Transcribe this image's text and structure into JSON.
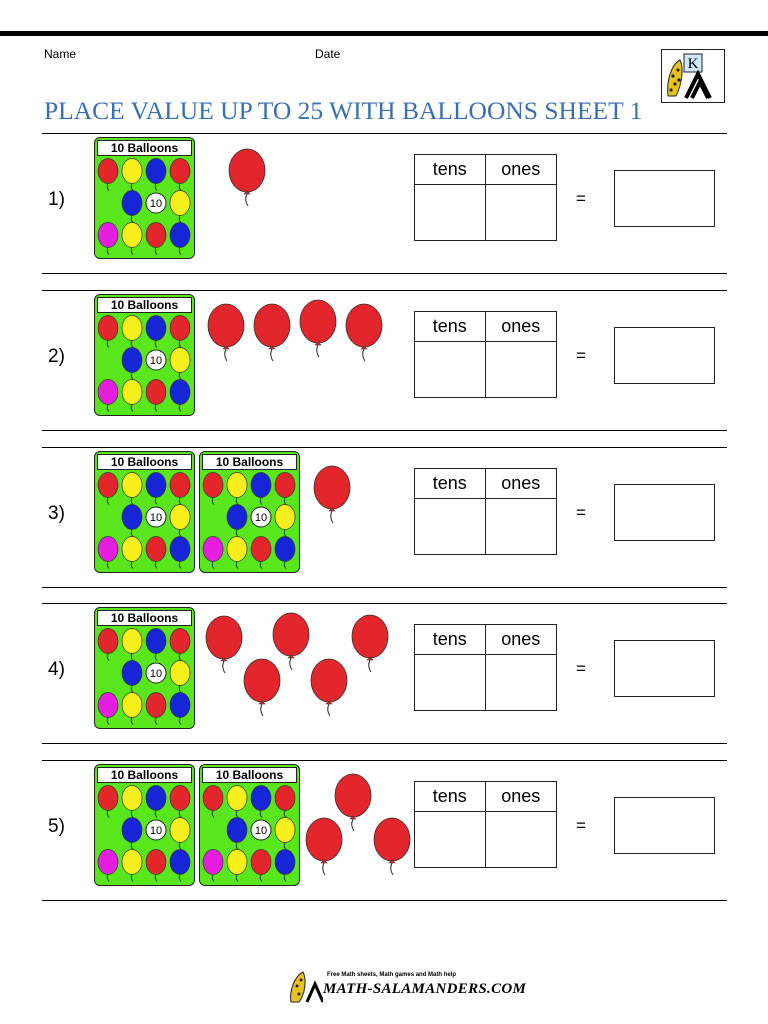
{
  "header": {
    "name_label": "Name",
    "date_label": "Date",
    "title": "PLACE VALUE UP TO 25 WITH BALLOONS SHEET 1",
    "title_color": "#3a6fb0",
    "logo_icon": "math-salamanders-k-logo",
    "logo_letter": "K"
  },
  "bundle": {
    "label": "10 Balloons",
    "center_number": "10",
    "background_color": "#59e61d"
  },
  "balloon_colors": {
    "red": "#e3262b",
    "yellow": "#f6ef1c",
    "blue": "#1626d6",
    "magenta": "#e61ee0"
  },
  "table": {
    "tens_label": "tens",
    "ones_label": "ones"
  },
  "equals_sign": "=",
  "questions": [
    {
      "number": "1)",
      "bundles_of_ten": 1,
      "single_balloons": 1
    },
    {
      "number": "2)",
      "bundles_of_ten": 1,
      "single_balloons": 4
    },
    {
      "number": "3)",
      "bundles_of_ten": 2,
      "single_balloons": 1
    },
    {
      "number": "4)",
      "bundles_of_ten": 1,
      "single_balloons": 5
    },
    {
      "number": "5)",
      "bundles_of_ten": 2,
      "single_balloons": 3
    }
  ],
  "footer": {
    "tagline": "Free Math sheets, Math games and Math help",
    "site": "MATH-SALAMANDERS.COM"
  }
}
